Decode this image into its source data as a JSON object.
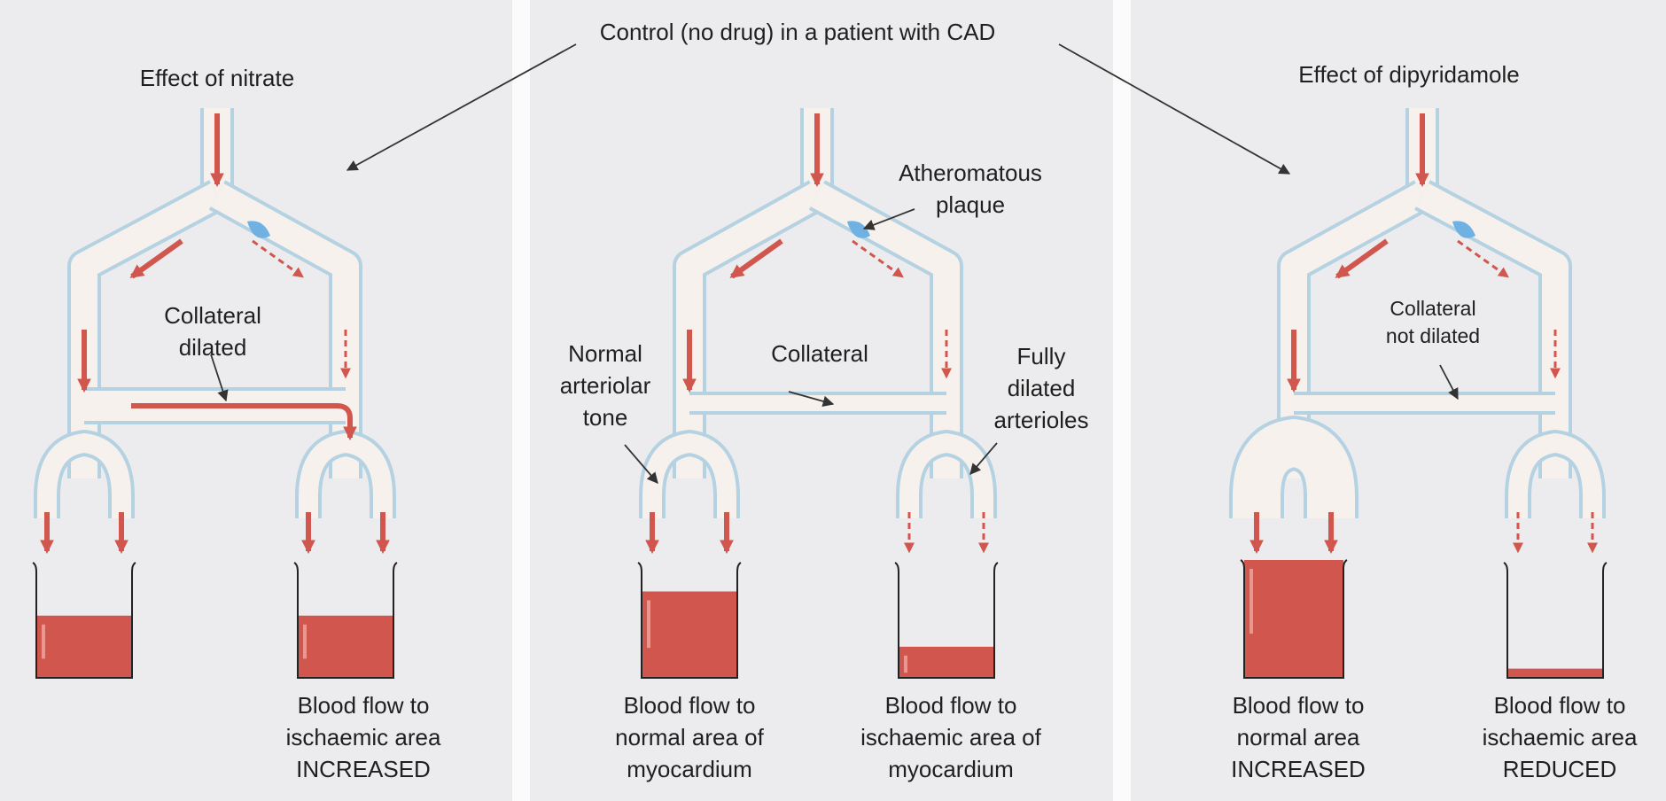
{
  "title": "Control (no drug) in a patient with CAD",
  "colors": {
    "vessel": "#b5d2e2",
    "vessel_fill": "#f6f1ec",
    "blood": "#d1564e",
    "arrow": "#d1564e",
    "plaque": "#6fb1e2",
    "text": "#1f1f1f"
  },
  "panels": {
    "nitrate": {
      "heading": "Effect of nitrate",
      "collateral_label": "Collateral\ndilated",
      "right_caption": "Blood flow to\nischaemic area\nINCREASED",
      "left_fill": 0.54,
      "right_fill": 0.54
    },
    "control": {
      "plaque_label": "Atheromatous\nplaque",
      "tone_label": "Normal\narteriolar\ntone",
      "collateral_label": "Collateral",
      "dilated_label": "Fully\ndilated\narterioles",
      "left_caption": "Blood flow to\nnormal area of\nmyocardium",
      "right_caption": "Blood flow to\nischaemic area of\nmyocardium",
      "left_fill": 0.75,
      "right_fill": 0.27
    },
    "dipyridamole": {
      "heading": "Effect of dipyridamole",
      "collateral_label": "Collateral\nnot dilated",
      "left_caption": "Blood flow to\nnormal area\nINCREASED",
      "right_caption": "Blood flow to\nischaemic area\nREDUCED",
      "left_fill": 1.0,
      "right_fill": 0.08
    }
  }
}
